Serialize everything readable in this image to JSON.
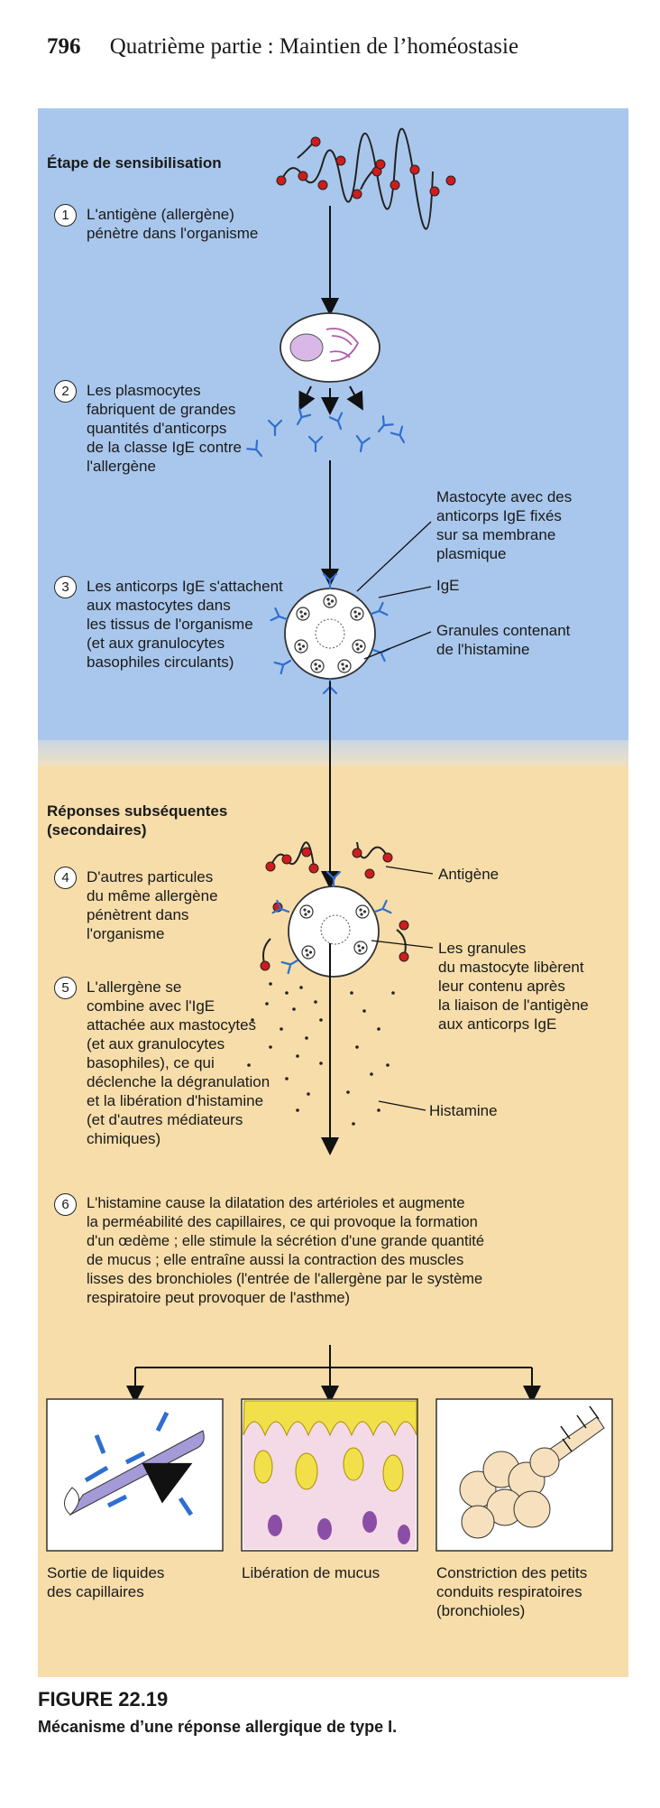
{
  "header": {
    "page_number": "796",
    "running_title": "Quatrième partie : Maintien de l’homéostasie"
  },
  "sensitization": {
    "heading": "Étape de sensibilisation",
    "steps": [
      {
        "num": "1",
        "text": "L'antigène (allergène)\npénètre dans l'organisme"
      },
      {
        "num": "2",
        "text": "Les plasmocytes\nfabriquent de grandes\nquantités d'anticorps\nde la classe IgE contre\nl'allergène"
      },
      {
        "num": "3",
        "text": "Les anticorps IgE s'attachent\naux mastocytes dans\nles tissus de l'organisme\n(et aux granulocytes\nbasophiles circulants)"
      }
    ],
    "labels": {
      "mastocyte": "Mastocyte avec des\nanticorps IgE fixés\nsur sa membrane\nplasmique",
      "ige": "IgE",
      "granules": "Granules contenant\nde l'histamine"
    }
  },
  "subsequent": {
    "heading": "Réponses subséquentes\n(secondaires)",
    "steps": [
      {
        "num": "4",
        "text": "D'autres particules\ndu même allergène\npénètrent dans\nl'organisme"
      },
      {
        "num": "5",
        "text": "L'allergène se\ncombine avec l'IgE\nattachée aux mastocytes\n(et aux granulocytes\nbasophiles), ce qui\ndéclenche la dégranulation\net la libération d'histamine\n(et d'autres médiateurs\nchimiques)"
      },
      {
        "num": "6",
        "text": "L'histamine cause la dilatation des artérioles et augmente\nla perméabilité des capillaires, ce qui provoque la formation\nd'un œdème ; elle stimule la sécrétion d'une grande quantité\nde mucus ; elle entraîne aussi la contraction des muscles\nlisses des bronchioles (l'entrée de l'allergène par le système\nrespiratoire peut provoquer de l'asthme)"
      }
    ],
    "labels": {
      "antigene": "Antigène",
      "granules_release": "Les granules\ndu mastocyte libèrent\nleur contenu après\nla liaison de l'antigène\naux anticorps IgE",
      "histamine": "Histamine"
    }
  },
  "effects": [
    {
      "caption": "Sortie de liquides\ndes capillaires"
    },
    {
      "caption": "Libération de mucus"
    },
    {
      "caption": "Constriction des petits\nconduits respiratoires\n(bronchioles)"
    }
  ],
  "figure": {
    "number": "FIGURE 22.19",
    "caption": "Mécanisme d’une réponse allergique de type I."
  },
  "colors": {
    "blue_panel": "#a9c7ec",
    "beige_panel": "#f6ddaa",
    "antigen_red": "#d01c1c",
    "antibody_blue": "#2f6fd0",
    "mucus_yellow": "#f2e04a",
    "vessel_purple": "#a49ad8"
  }
}
